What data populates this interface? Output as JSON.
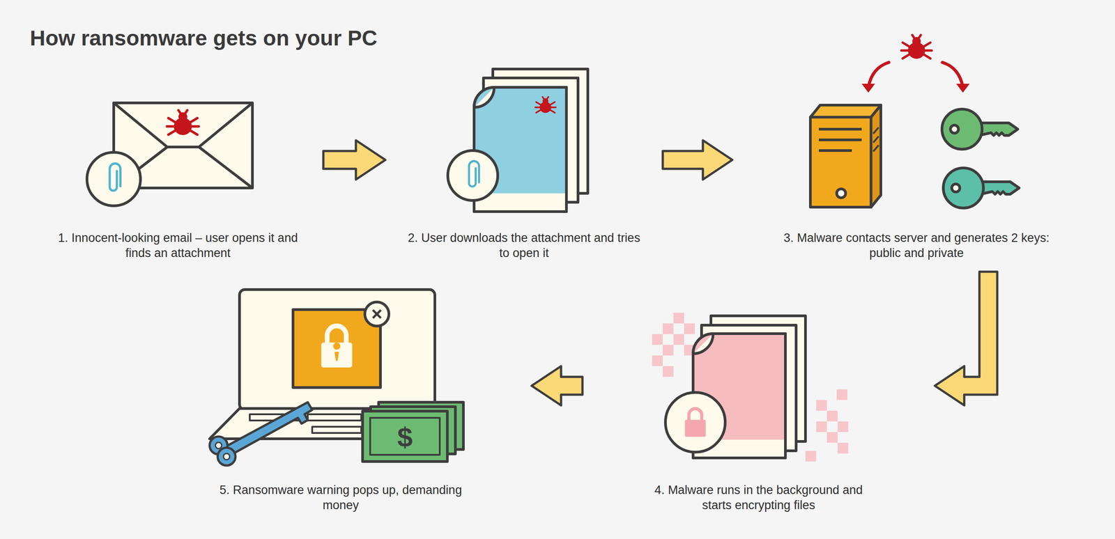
{
  "diagram": {
    "title": "How ransomware gets on your PC",
    "nodes": [
      {
        "text": [
          "1. Innocent-looking email – user opens it and finds an attachment"
        ]
      },
      {
        "text": [
          "2. User downloads the attachment and tries to open it"
        ]
      },
      {
        "text": [
          "3. Malware contacts server and generates 2 keys: public and private"
        ]
      },
      {
        "text": [
          "4. Malware runs in the background and starts encrypting files"
        ]
      },
      {
        "text": [
          "5. Ransomware warning pops up, demanding money"
        ]
      }
    ],
    "edges": [
      {
        "from": 0,
        "to": 1,
        "arrow": "to"
      },
      {
        "from": 1,
        "to": 2,
        "arrow": "to"
      },
      {
        "from": 2,
        "to": 3,
        "arrow": "to"
      },
      {
        "from": 3,
        "to": 4,
        "arrow": "to"
      }
    ],
    "labels": [
      "$"
    ]
  }
}
